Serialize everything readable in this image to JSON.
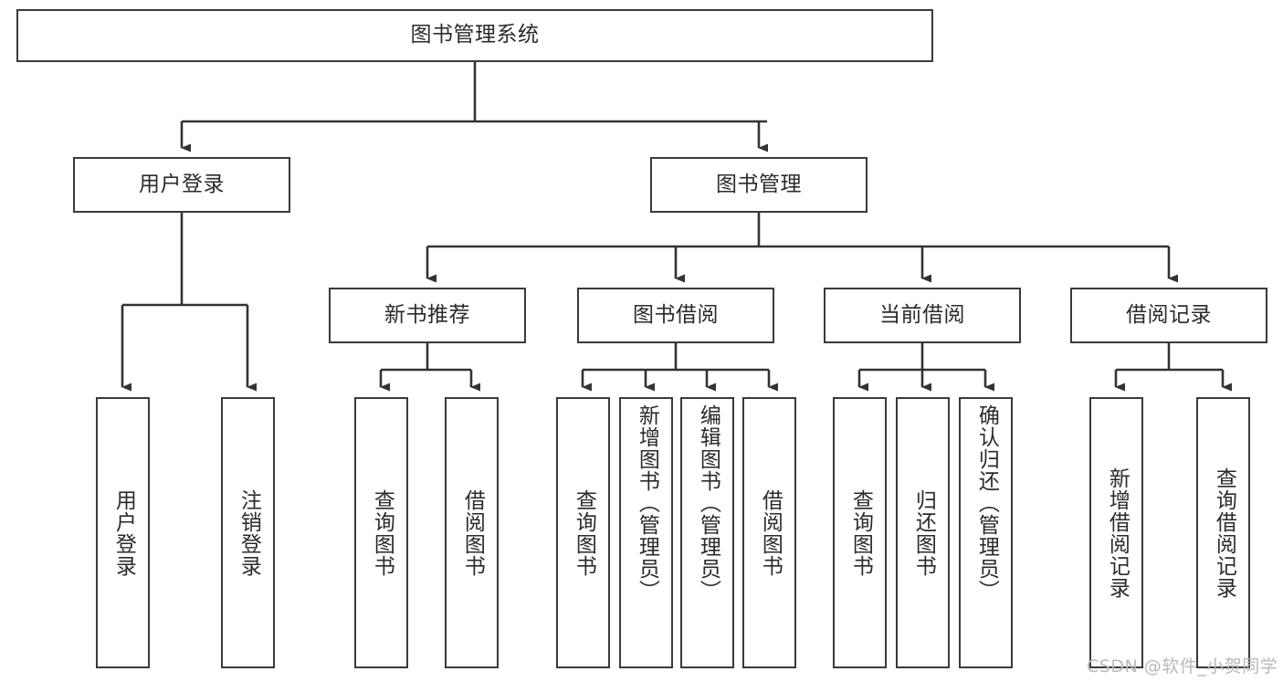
{
  "diagram": {
    "title": "图书管理系统",
    "type": "hierarchy-tree",
    "orientation": "top-down",
    "colors": {
      "box_border": "#3a3a3a",
      "box_fill": "#ffffff",
      "connector": "#333333",
      "text": "#2b2b2b",
      "watermark": "#b9b9b9",
      "background": "#ffffff"
    }
  },
  "watermark": {
    "text": "CSDN @软件_小贺同学"
  },
  "nodes": {
    "root": {
      "label": "图书管理系统",
      "level": 1
    },
    "level2": [
      {
        "id": "user-login",
        "label": "用户登录"
      },
      {
        "id": "book-manage",
        "label": "图书管理"
      }
    ],
    "level3": [
      {
        "id": "new-book-rec",
        "label": "新书推荐"
      },
      {
        "id": "book-borrow",
        "label": "图书借阅"
      },
      {
        "id": "current-borrow",
        "label": "当前借阅"
      },
      {
        "id": "borrow-record",
        "label": "借阅记录"
      }
    ],
    "leaves": {
      "user-login": [
        {
          "id": "leaf-user-login",
          "label": "用户登录"
        },
        {
          "id": "leaf-logout",
          "label": "注销登录"
        }
      ],
      "new-book-rec": [
        {
          "id": "leaf-query-book-1",
          "label": "查询图书"
        },
        {
          "id": "leaf-borrow-book-1",
          "label": "借阅图书"
        }
      ],
      "book-borrow": [
        {
          "id": "leaf-query-book-2",
          "label": "查询图书"
        },
        {
          "id": "leaf-add-book",
          "label": "新增图书（管理员）"
        },
        {
          "id": "leaf-edit-book",
          "label": "编辑图书（管理员）"
        },
        {
          "id": "leaf-borrow-book-2",
          "label": "借阅图书"
        }
      ],
      "current-borrow": [
        {
          "id": "leaf-query-book-3",
          "label": "查询图书"
        },
        {
          "id": "leaf-return-book",
          "label": "归还图书"
        },
        {
          "id": "leaf-confirm-return",
          "label": "确认归还（管理员）"
        }
      ],
      "borrow-record": [
        {
          "id": "leaf-add-record",
          "label": "新增借阅记录"
        },
        {
          "id": "leaf-query-record",
          "label": "查询借阅记录"
        }
      ]
    }
  }
}
